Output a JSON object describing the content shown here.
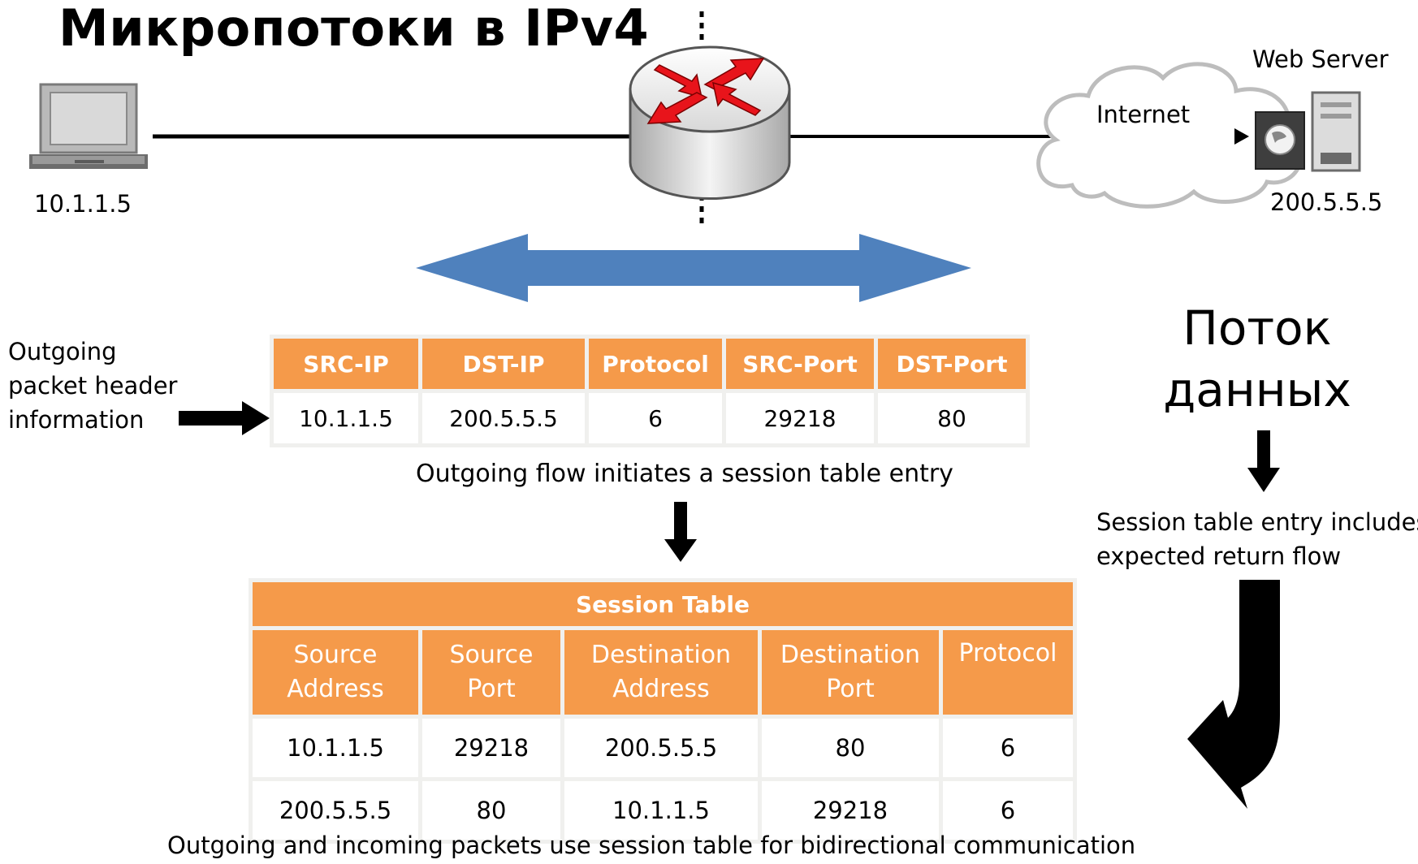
{
  "title": "Микропотоки в IPv4",
  "client": {
    "ip": "10.1.1.5",
    "icon": "laptop-icon"
  },
  "server": {
    "label": "Web Server",
    "ip": "200.5.5.5",
    "icons": [
      "globe-icon",
      "server-tower-icon"
    ]
  },
  "router": {
    "icon": "router-icon"
  },
  "cloud": {
    "label": "Internet",
    "icon": "cloud-icon"
  },
  "side_labels": {
    "outgoing": [
      "Outgoing",
      "packet header",
      "information"
    ],
    "flow_title": [
      "Поток",
      "данных"
    ],
    "session_note": [
      "Session table entry includes",
      "expected return flow"
    ]
  },
  "flow_table": {
    "headers": [
      "SRC-IP",
      "DST-IP",
      "Protocol",
      "SRC-Port",
      "DST-Port"
    ],
    "row": [
      "10.1.1.5",
      "200.5.5.5",
      "6",
      "29218",
      "80"
    ],
    "caption": "Outgoing flow initiates a session table entry"
  },
  "session_table": {
    "title": "Session Table",
    "headers": [
      [
        "Source",
        "Address"
      ],
      [
        "Source",
        "Port"
      ],
      [
        "Destination",
        "Address"
      ],
      [
        "Destination",
        "Port"
      ],
      [
        "Protocol",
        ""
      ]
    ],
    "rows": [
      [
        "10.1.1.5",
        "29218",
        "200.5.5.5",
        "80",
        "6"
      ],
      [
        "200.5.5.5",
        "80",
        "10.1.1.5",
        "29218",
        "6"
      ]
    ],
    "caption": "Outgoing and incoming packets use session table for bidirectional communication"
  },
  "colors": {
    "table_header": "#f59a4a",
    "big_arrow": "#4f81bd",
    "router_arrows": "#e8141b"
  }
}
